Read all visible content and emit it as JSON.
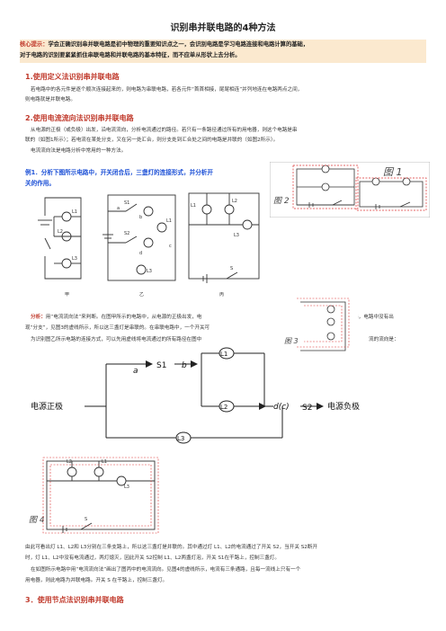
{
  "title": "识别串并联电路的4种方法",
  "tip": {
    "label": "核心提示：",
    "line1": "学会正确识别串并联电路是初中物理的重要知识点之一，会识别电路是学习电路连接和电路计算的基础，",
    "line2": "对于电路的识别要紧紧抓住串联电路和并联电路的基本特征，而不应单从形状上去分析。"
  },
  "sec1": {
    "heading": "1.使用定义法识别串并联电路",
    "line1": "若电路中的各元件是逐个顺次连接起来的，则电路为串联电路，若各元件“首首相接，尾尾相连”并列地连在电路两点之间，",
    "line2": "则电路就是并联电路。"
  },
  "sec2": {
    "heading": "2.使用电流流向法识别串并联电路",
    "line1": "从电源的正极（或负极）出发，沿电流流向，分析电流通过的路径。若只有一条路径通过所有的用电器，则这个电路是串",
    "line2": "联的（如图1所示）；若电流在某处分支，又在另一处汇合，则分支处到汇合处之间的电路是并联的（如图2所示）。",
    "line3": "电流流向法是电路分析中常用的一种方法。"
  },
  "example": {
    "label": "例1．",
    "text1": "分析下图所示电路中，开关闭合后，三盏灯的连接形式，并分析开",
    "text2": "关的作用。"
  },
  "figs": {
    "fig1": "图 1",
    "fig2": "图 2",
    "fig3": "图 3",
    "fig4": "图 4",
    "jia": "甲",
    "yi": "乙",
    "bing": "丙"
  },
  "labels": {
    "L1": "L1",
    "L2": "L2",
    "L3": "L3",
    "S": "S",
    "S1": "S1",
    "S2": "S2",
    "a": "a",
    "b": "b",
    "c": "c",
    "d": "d"
  },
  "analysis": {
    "label": "分析：",
    "line1": "用“电流流向法”来判断。在图甲所示的电路中，从电源的正极出发，电",
    "line1b": "L3，电路中没有出",
    "line2": "现“分支”，见图3的虚线所示，所以这三盏灯是串联的。在串联电路中，一个开关可",
    "line3": "为识别图乙所示电路的连接方式，可以先用虚线将电流通过的所有路径在图中",
    "line3b": "流的流向是："
  },
  "flow": {
    "positive": "电源正极",
    "negative": "电源负极",
    "dc": "d(c)"
  },
  "conclusion": {
    "line1": "由此可看出灯 L1、L2和 L3分别在三条支路上，所以这三盏灯是并联的。其中通过灯 L1、L2的电流通过了开关 S2，当开关 S2断开",
    "line2": "时，灯 L1、L2中没有电流通过，两灯熄灭，因此开关 S2控制 L1、L2两盏灯泡，开关 S1在干路上，控制三盏灯。",
    "line3": "在如图所示电路中用“电流流向法”画出了图丙中的电流流向。见图4的虚线所示，电流有三条通路，且每一流线上只有一个",
    "line4": "用电器，则此电路为并联电路。开关 S 在干路上，控制三盏灯。"
  },
  "sec3": {
    "heading": "3．使用节点法识别串并联电路"
  }
}
